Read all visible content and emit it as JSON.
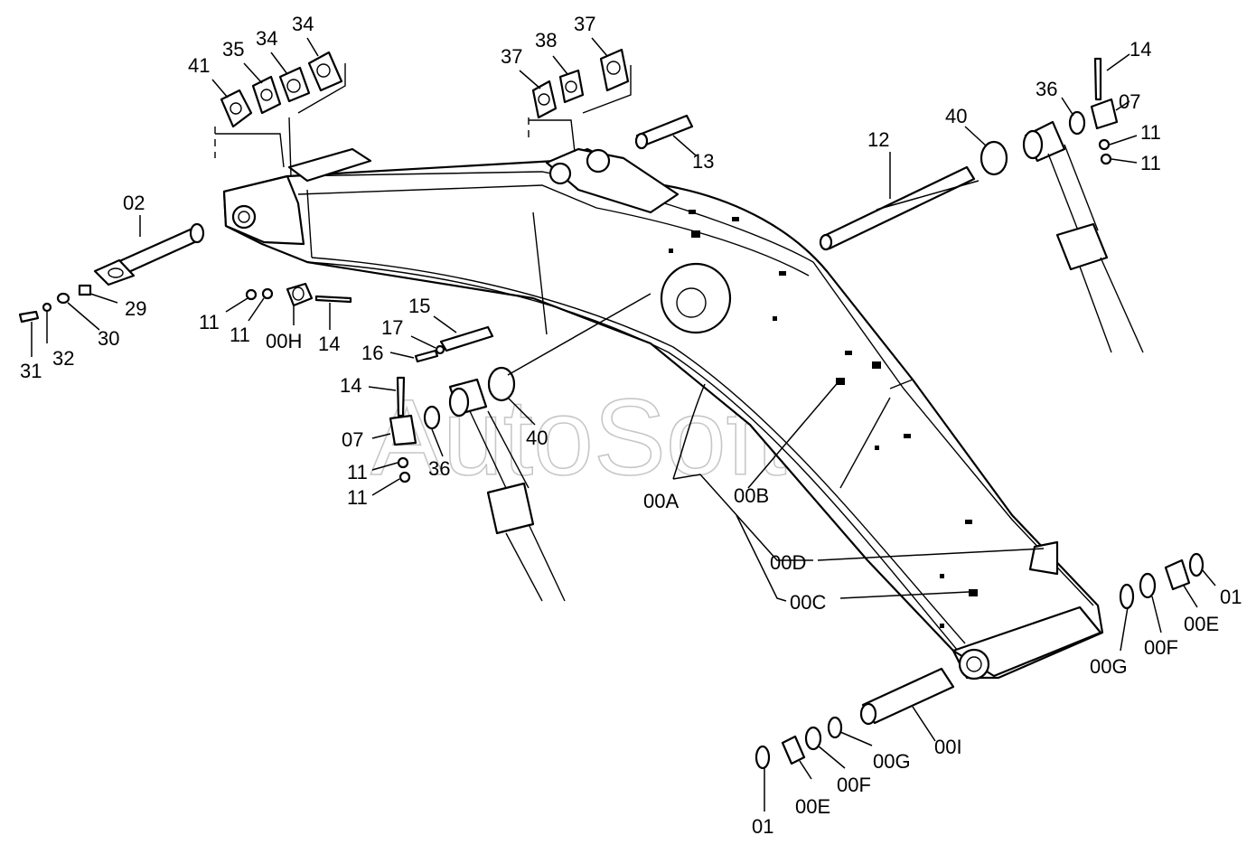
{
  "watermark": "AutoSoft",
  "labels": {
    "l41": "41",
    "l35": "35",
    "l34a": "34",
    "l34b": "34",
    "l37a": "37",
    "l38": "38",
    "l37b": "37",
    "l14top": "14",
    "l36top": "36",
    "l07top": "07",
    "l40top": "40",
    "l12": "12",
    "l11top1": "11",
    "l11top2": "11",
    "l13": "13",
    "l02": "02",
    "l29": "29",
    "l30": "30",
    "l32": "32",
    "l31": "31",
    "l11a": "11",
    "l11b": "11",
    "l00H": "00H",
    "l14mid": "14",
    "l15": "15",
    "l17": "17",
    "l16": "16",
    "l14low": "14",
    "l07low": "07",
    "l36low": "36",
    "l40low": "40",
    "l11c": "11",
    "l11d": "11",
    "l00A": "00A",
    "l00B": "00B",
    "l00D": "00D",
    "l00C": "00C",
    "l01r": "01",
    "l00Er": "00E",
    "l00Fr": "00F",
    "l00Gr": "00G",
    "l00I": "00I",
    "l00Gb": "00G",
    "l00Fb": "00F",
    "l00Eb": "00E",
    "l01b": "01"
  }
}
